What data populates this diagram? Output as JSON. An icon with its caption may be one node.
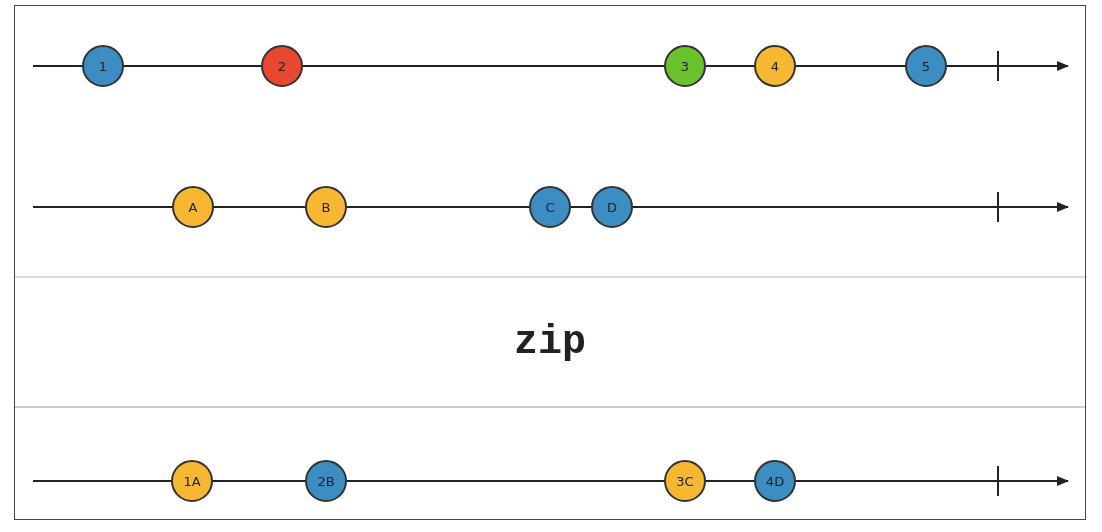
{
  "diagram": {
    "nodes": [
      {
        "text": [
          "1"
        ]
      },
      {
        "text": [
          "2"
        ]
      },
      {
        "text": [
          "3"
        ]
      },
      {
        "text": [
          "4"
        ]
      },
      {
        "text": [
          "5"
        ]
      },
      {
        "text": [
          "A"
        ]
      },
      {
        "text": [
          "B"
        ]
      },
      {
        "text": [
          "C"
        ]
      },
      {
        "text": [
          "D"
        ]
      },
      {
        "text": [
          "zip"
        ]
      },
      {
        "text": [
          "1A"
        ]
      },
      {
        "text": [
          "2B"
        ]
      },
      {
        "text": [
          "3C"
        ]
      },
      {
        "text": [
          "4D"
        ]
      }
    ]
  }
}
